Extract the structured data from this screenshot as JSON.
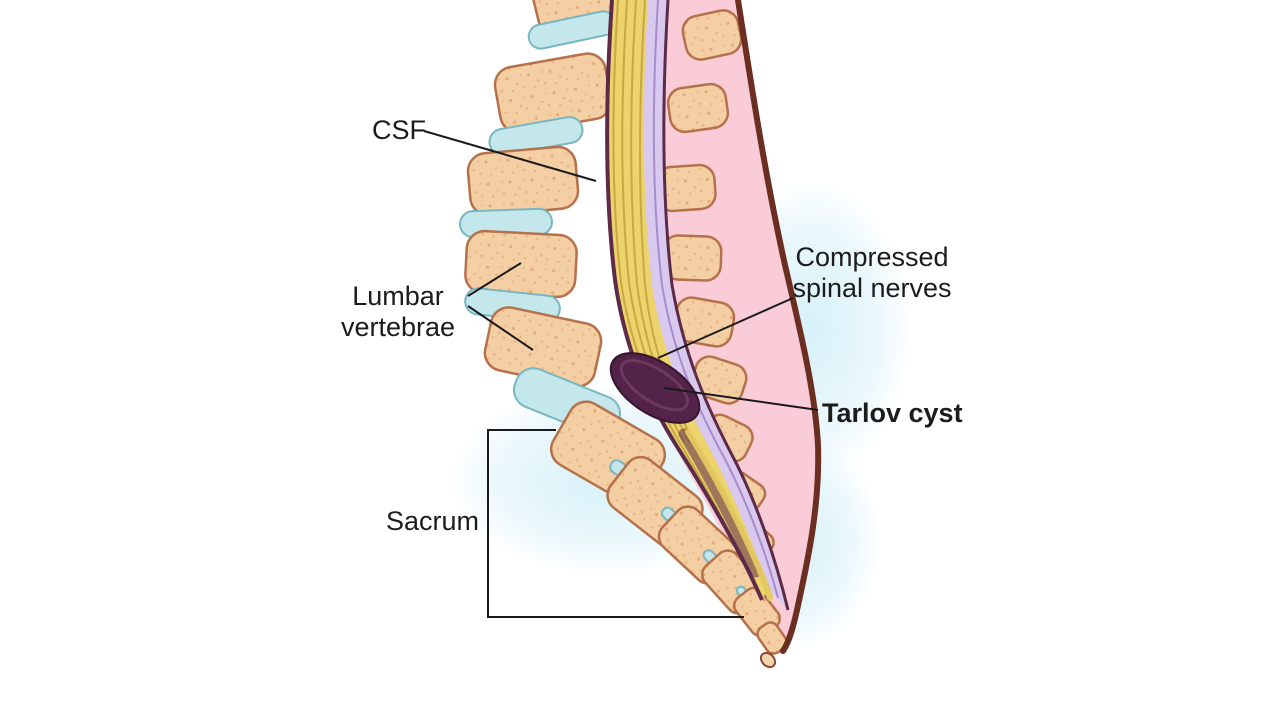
{
  "figure": {
    "labels": {
      "csf": "CSF",
      "lumbar_line1": "Lumbar",
      "lumbar_line2": "vertebrae",
      "compressed_line1": "Compressed",
      "compressed_line2": "spinal nerves",
      "tarlov": "Tarlov cyst",
      "sacrum": "Sacrum"
    },
    "palette": {
      "bone": "#f5cfa4",
      "bone_outline": "#b5714a",
      "disc": "#c4e7eb",
      "disc_outline": "#79b6c2",
      "nerves": "#ecd36c",
      "nerve_strand": "#c2a03c",
      "dura": "#5d2a49",
      "csf_space": "#d9c9ee",
      "cyst": "#532349",
      "tissue": "#f9ccd8",
      "skin_outline": "#6b2f22",
      "glow": "#cfeef7",
      "label_text": "#1c1c1c"
    }
  }
}
